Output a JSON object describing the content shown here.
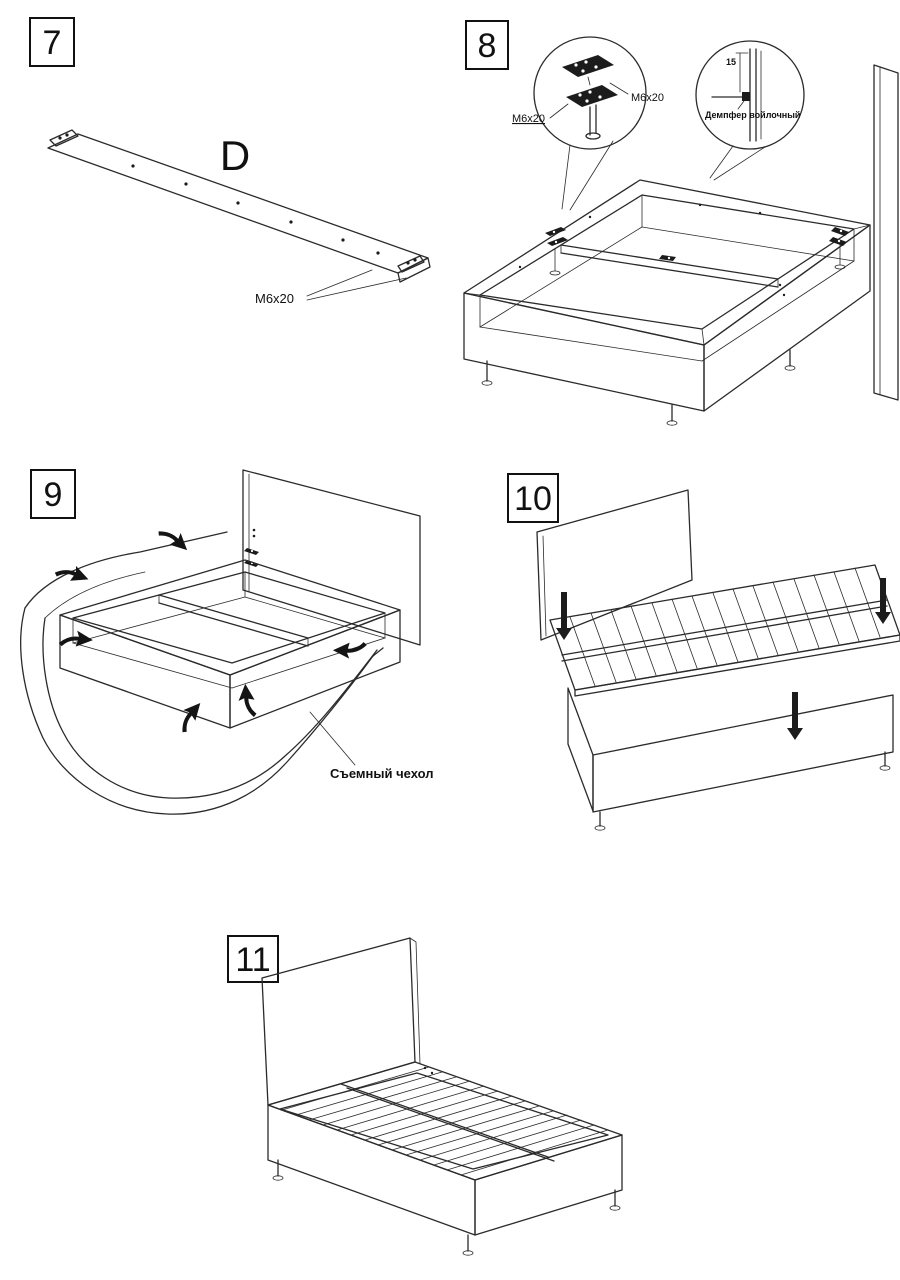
{
  "palette": {
    "ink": "#2b2b2b",
    "paper": "#ffffff"
  },
  "panels": {
    "step7": {
      "number": "7",
      "part_label": "D",
      "fastener_label": "M6x20"
    },
    "step8": {
      "number": "8",
      "detail_left": {
        "fastener_label_right": "M6x20",
        "fastener_label_left": "M6x20"
      },
      "detail_right": {
        "dimension_label": "15",
        "damper_label": "Демпфер войлочный"
      }
    },
    "step9": {
      "number": "9",
      "cover_label": "Съемный чехол"
    },
    "step10": {
      "number": "10"
    },
    "step11": {
      "number": "11"
    }
  }
}
